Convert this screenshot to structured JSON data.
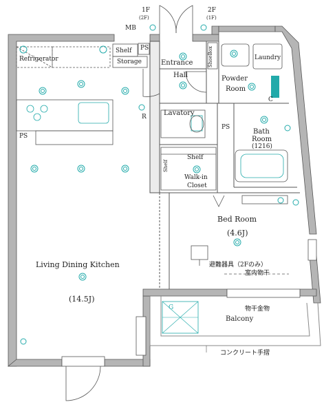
{
  "rooms": {
    "ldk": "Living Dining Kitchen",
    "ldk_size": "(14.5J)",
    "bed": "Bed Room",
    "bed_size": "(4.6J)",
    "entrance": "Entrance",
    "hall": "Hall",
    "powder1": "Powder",
    "powder2": "Room",
    "laundry": "Laundry",
    "lavatory": "Lavatory",
    "bath1": "Bath",
    "bath2": "Room",
    "bath3": "(1216)",
    "closet_shelf": "Shelf",
    "closet1": "Walk-in",
    "closet2": "Closet",
    "shelf_v": "Shelf",
    "shelf": "Shelf",
    "storage": "Storage",
    "shoebox": "ShoeBox",
    "refrigerator": "Refrigerator",
    "balcony": "Balcony"
  },
  "marks": {
    "ps": "PS",
    "mb": "MB",
    "floor1": "1F",
    "floor2": "2F",
    "floor1_sub": "(2F)",
    "floor2_sub": "(1F)",
    "g": "G",
    "c": "C",
    "r": "R"
  },
  "notes": {
    "evac": "避難器具（2Fのみ）",
    "indoor_hanger": "室内物干",
    "hanger": "物干金物",
    "railing": "コンクリート手摺"
  }
}
